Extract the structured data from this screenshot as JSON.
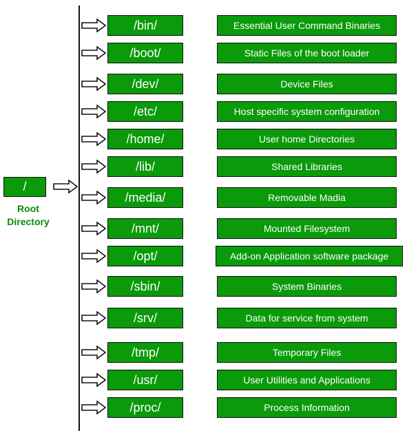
{
  "root": {
    "label": "/",
    "caption": "Root Directory"
  },
  "colors": {
    "box": "#0a9a0a",
    "caption": "#0a8a0a",
    "line": "#111111"
  },
  "directories": [
    {
      "name": "/bin/",
      "description": "Essential User Command Binaries"
    },
    {
      "name": "/boot/",
      "description": "Static Files of the boot loader"
    },
    {
      "name": "/dev/",
      "description": "Device Files"
    },
    {
      "name": "/etc/",
      "description": "Host specific system configuration"
    },
    {
      "name": "/home/",
      "description": "User home Directories"
    },
    {
      "name": "/lib/",
      "description": "Shared Libraries"
    },
    {
      "name": "/media/",
      "description": "Removable Madia"
    },
    {
      "name": "/mnt/",
      "description": "Mounted Filesystem"
    },
    {
      "name": "/opt/",
      "description": "Add-on Application software package"
    },
    {
      "name": "/sbin/",
      "description": "System Binaries"
    },
    {
      "name": "/srv/",
      "description": "Data for service from system"
    },
    {
      "name": "/tmp/",
      "description": "Temporary Files"
    },
    {
      "name": "/usr/",
      "description": "User Utilities and Applications"
    },
    {
      "name": "/proc/",
      "description": "Process Information"
    }
  ]
}
